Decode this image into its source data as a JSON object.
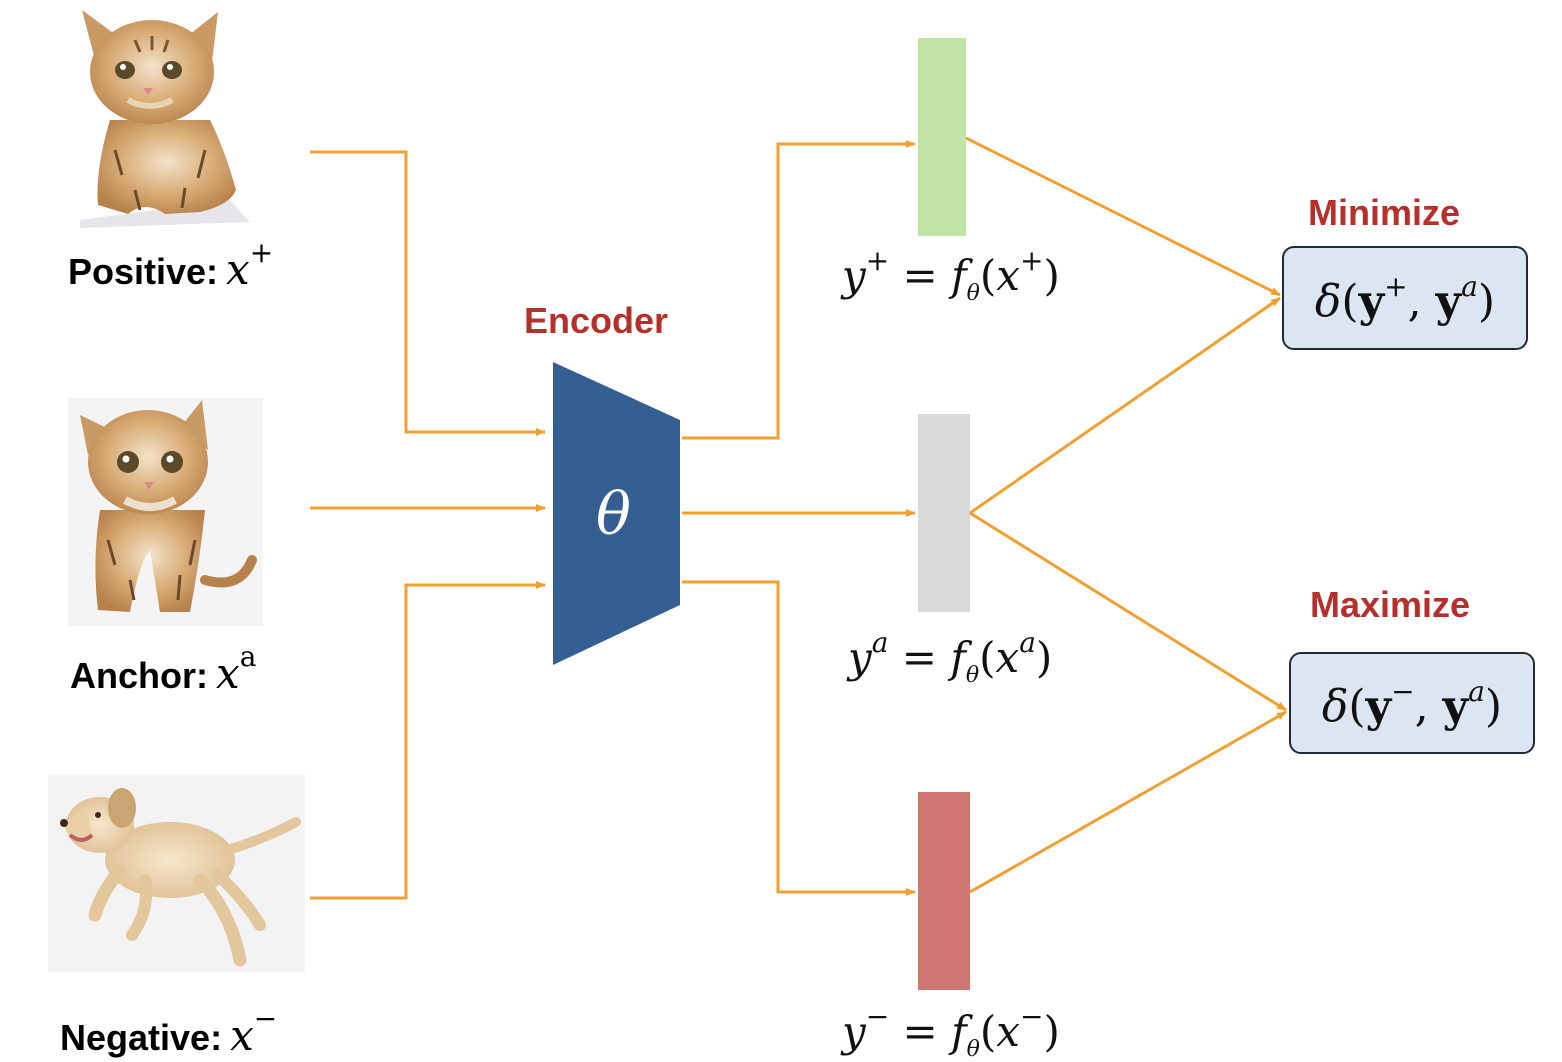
{
  "inputs": {
    "positive": {
      "label": "Positive:",
      "var": "x",
      "sup": "+"
    },
    "anchor": {
      "label": "Anchor:",
      "var": "x",
      "sup": "a"
    },
    "negative": {
      "label": "Negative:",
      "var": "x",
      "sup": "−"
    }
  },
  "encoder": {
    "title": "Encoder",
    "symbol": "θ",
    "color": "#355f93"
  },
  "embeddings": {
    "positive": {
      "color": "#c0e4a6",
      "lhs": "y",
      "sup": "+",
      "f": "f",
      "sub": "θ",
      "arg_sup": "+"
    },
    "anchor": {
      "color": "#d9d9d9",
      "lhs": "y",
      "sup": "a",
      "f": "f",
      "sub": "θ",
      "arg_sup": "a"
    },
    "negative": {
      "color": "#cf7871",
      "lhs": "y",
      "sup": "−",
      "f": "f",
      "sub": "θ",
      "arg_sup": "−"
    }
  },
  "objectives": {
    "minimize": {
      "title": "Minimize",
      "delta": "δ",
      "first": "y",
      "first_sup": "+",
      "second": "y",
      "second_sup": "a"
    },
    "maximize": {
      "title": "Maximize",
      "delta": "δ",
      "first": "y",
      "first_sup": "−",
      "second": "y",
      "second_sup": "a"
    }
  },
  "colors": {
    "arrow": "#f0a032",
    "objective_title": "#b5302a",
    "loss_box_fill": "#dce6f2",
    "loss_box_border": "#1f2a36"
  },
  "images": {
    "positive": "kitten-sitting",
    "anchor": "kitten-standing",
    "negative": "puppy-running"
  }
}
